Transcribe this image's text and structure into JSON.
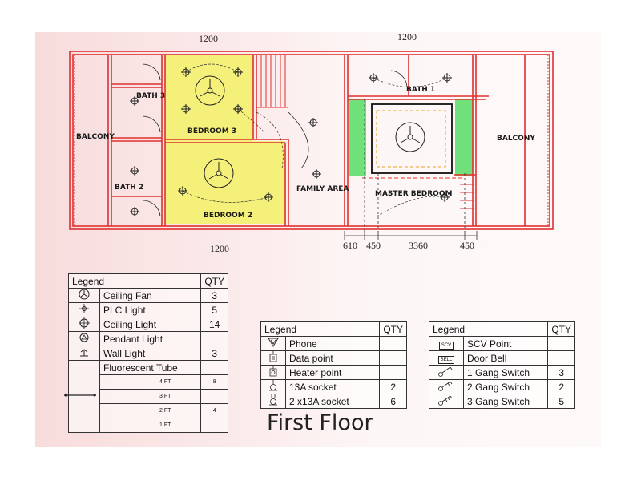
{
  "plan": {
    "dims_top": [
      "1200",
      "1200"
    ],
    "dims_bottom": [
      "1200",
      "610",
      "450",
      "3360",
      "450"
    ],
    "rooms": {
      "bath3": "BATH 3",
      "bath2": "BATH 2",
      "bath1": "BATH 1",
      "balcony_left": "BALCONY",
      "balcony_right": "BALCONY",
      "bedroom3": "BEDROOM 3",
      "bedroom2": "BEDROOM 2",
      "family": "FAMILY AREA",
      "master": "MASTER BEDROOM"
    }
  },
  "legend1": {
    "header": "Legend",
    "qty_header": "QTY",
    "rows": [
      {
        "icon": "ceiling-fan-icon",
        "label": "Ceiling Fan",
        "qty": "3"
      },
      {
        "icon": "plc-light-icon",
        "label": "PLC Light",
        "qty": "5"
      },
      {
        "icon": "ceiling-light-icon",
        "label": "Ceiling Light",
        "qty": "14"
      },
      {
        "icon": "pendant-light-icon",
        "label": "Pendant Light",
        "qty": ""
      },
      {
        "icon": "wall-light-icon",
        "label": "Wall Light",
        "qty": "3"
      }
    ],
    "tube": {
      "label": "Fluorescent Tube",
      "sizes": [
        {
          "size": "4 FT",
          "qty": "8"
        },
        {
          "size": "3 FT",
          "qty": ""
        },
        {
          "size": "2 FT",
          "qty": "4"
        },
        {
          "size": "1 FT",
          "qty": ""
        }
      ]
    }
  },
  "legend2": {
    "header": "Legend",
    "qty_header": "QTY",
    "rows": [
      {
        "icon": "phone-icon",
        "label": "Phone",
        "qty": ""
      },
      {
        "icon": "data-point-icon",
        "label": "Data point",
        "qty": ""
      },
      {
        "icon": "heater-point-icon",
        "label": "Heater point",
        "qty": ""
      },
      {
        "icon": "socket-13a-icon",
        "label": "13A socket",
        "qty": "2"
      },
      {
        "icon": "double-socket-icon",
        "label": "2 x13A socket",
        "qty": "6"
      }
    ]
  },
  "legend3": {
    "header": "Legend",
    "qty_header": "QTY",
    "rows": [
      {
        "icon": "scv-point-icon",
        "icon_text": "SCV",
        "label": "SCV Point",
        "qty": ""
      },
      {
        "icon": "door-bell-icon",
        "icon_text": "BELL",
        "label": "Door Bell",
        "qty": ""
      },
      {
        "icon": "one-gang-switch-icon",
        "icon_text": "",
        "label": "1 Gang Switch",
        "qty": "3"
      },
      {
        "icon": "two-gang-switch-icon",
        "icon_text": "",
        "label": "2 Gang Switch",
        "qty": "2"
      },
      {
        "icon": "three-gang-switch-icon",
        "icon_text": "",
        "label": "3 Gang Switch",
        "qty": "5"
      }
    ]
  },
  "title": "First Floor",
  "colors": {
    "wall": "#e03030",
    "highlight_yellow": "#f5f07a",
    "highlight_green": "#6fe07a"
  }
}
